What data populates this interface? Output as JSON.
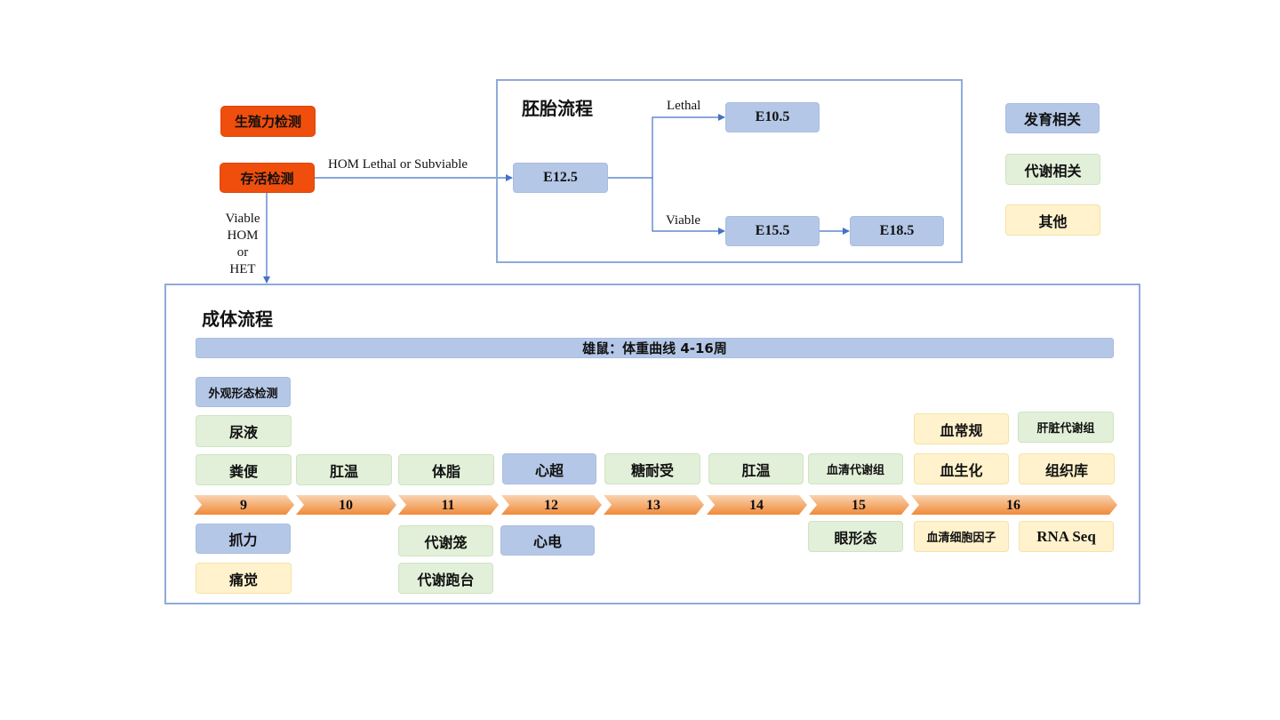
{
  "legend": {
    "development": "发育相关",
    "metabolism": "代谢相关",
    "other": "其他"
  },
  "colors": {
    "development": "#b4c7e7",
    "metabolism": "#e2f0d9",
    "other": "#fff2cc",
    "screen": "#f04e0c",
    "frame": "#8eaadb",
    "timeline": "#f08a3a"
  },
  "screens": {
    "fertility": "生殖力检测",
    "survival": "存活检测"
  },
  "edges": {
    "to_embryo": "HOM Lethal or Subviable",
    "viable_lines": [
      "Viable",
      "HOM",
      "or",
      "HET"
    ],
    "lethal": "Lethal",
    "viable": "Viable"
  },
  "embryo": {
    "title": "胚胎流程",
    "e12": "E12.5",
    "e10": "E10.5",
    "e15": "E15.5",
    "e18": "E18.5"
  },
  "adult": {
    "title": "成体流程",
    "weight_bar": "雄鼠：体重曲线  4-16周",
    "weeks": [
      "9",
      "10",
      "11",
      "12",
      "13",
      "14",
      "15",
      "16"
    ],
    "tests": {
      "appearance": "外观形态检测",
      "urine": "尿液",
      "feces": "粪便",
      "rectal_temp_10": "肛温",
      "body_fat": "体脂",
      "echo": "心超",
      "glucose_tolerance": "糖耐受",
      "rectal_temp_14": "肛温",
      "serum_metabolome": "血清代谢组",
      "blood_routine": "血常规",
      "liver_metabolome": "肝脏代谢组",
      "biochemistry": "血生化",
      "tissue_bank": "组织库",
      "grip": "抓力",
      "pain": "痛觉",
      "metabolic_cage": "代谢笼",
      "metabolic_treadmill": "代谢跑台",
      "ecg": "心电",
      "eye": "眼形态",
      "cytokines": "血清细胞因子",
      "rna_seq": "RNA Seq"
    }
  }
}
